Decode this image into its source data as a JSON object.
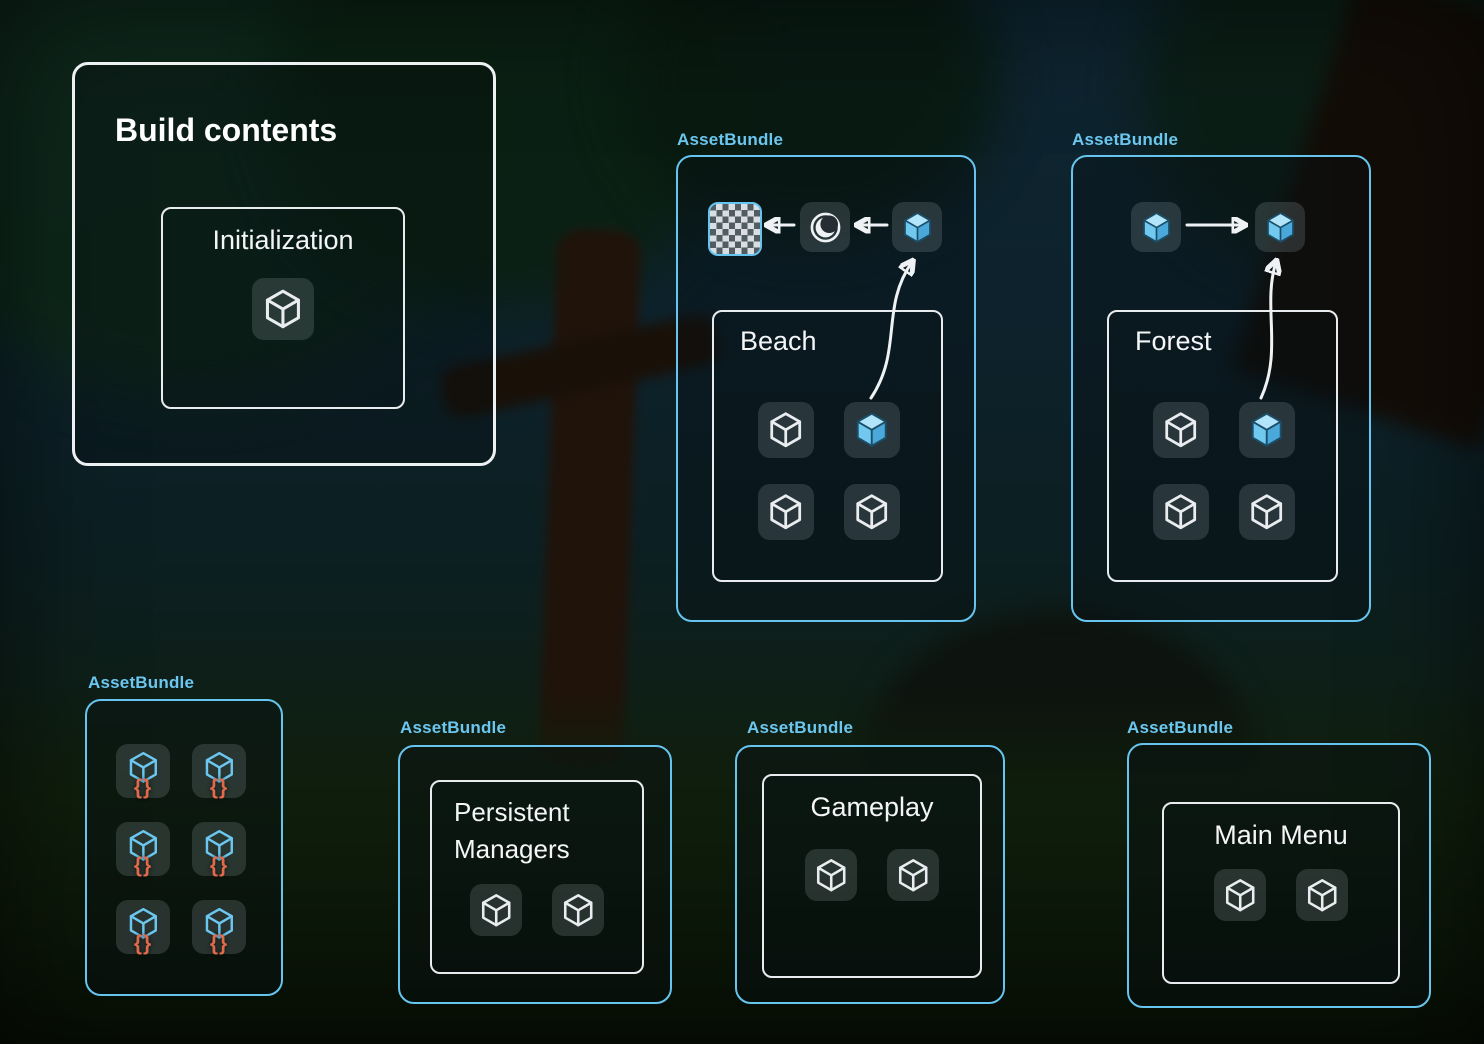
{
  "build_contents": {
    "title": "Build contents",
    "initialization_label": "Initialization"
  },
  "bundles": {
    "beach": {
      "badge": "AssetBundle",
      "label": "Beach"
    },
    "forest": {
      "badge": "AssetBundle",
      "label": "Forest"
    },
    "scripts": {
      "badge": "AssetBundle"
    },
    "persistent_managers": {
      "badge": "AssetBundle",
      "label": "Persistent Managers"
    },
    "gameplay": {
      "badge": "AssetBundle",
      "label": "Gameplay"
    },
    "main_menu": {
      "badge": "AssetBundle",
      "label": "Main Menu"
    }
  },
  "icons": {
    "script_braces": "{}"
  },
  "colors": {
    "accent_blue": "#6cc7f0",
    "cube_blue": "#72c9f0",
    "brace_orange": "#e26a4b",
    "outline_white": "#eef2f4"
  }
}
